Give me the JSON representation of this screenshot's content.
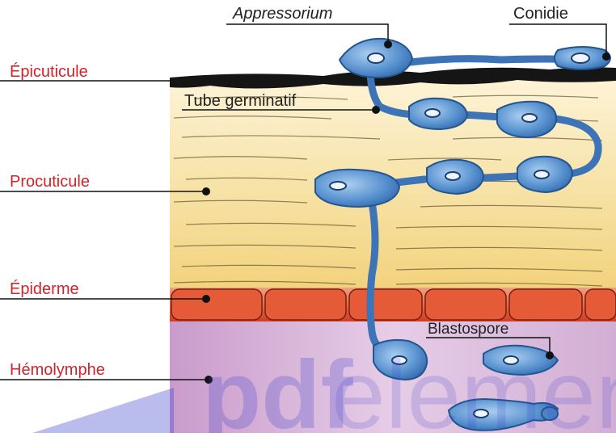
{
  "layers": {
    "epicuticle": "Épicuticule",
    "procuticle": "Procuticule",
    "epidermis": "Épiderme",
    "hemolymph": "Hémolymphe"
  },
  "structures": {
    "appressorium": "Appressorium",
    "conidium": "Conidie",
    "germ_tube": "Tube germinatif",
    "blastospore": "Blastospore"
  },
  "watermark": "pdfelement",
  "colors": {
    "layer_label": "#d2232a",
    "structure_label": "#222222",
    "procuticle": "#f7e3a8",
    "epidermis": "#d9482c",
    "hemolymph": "#d6b2d8",
    "fungus": "#4d86c8"
  }
}
